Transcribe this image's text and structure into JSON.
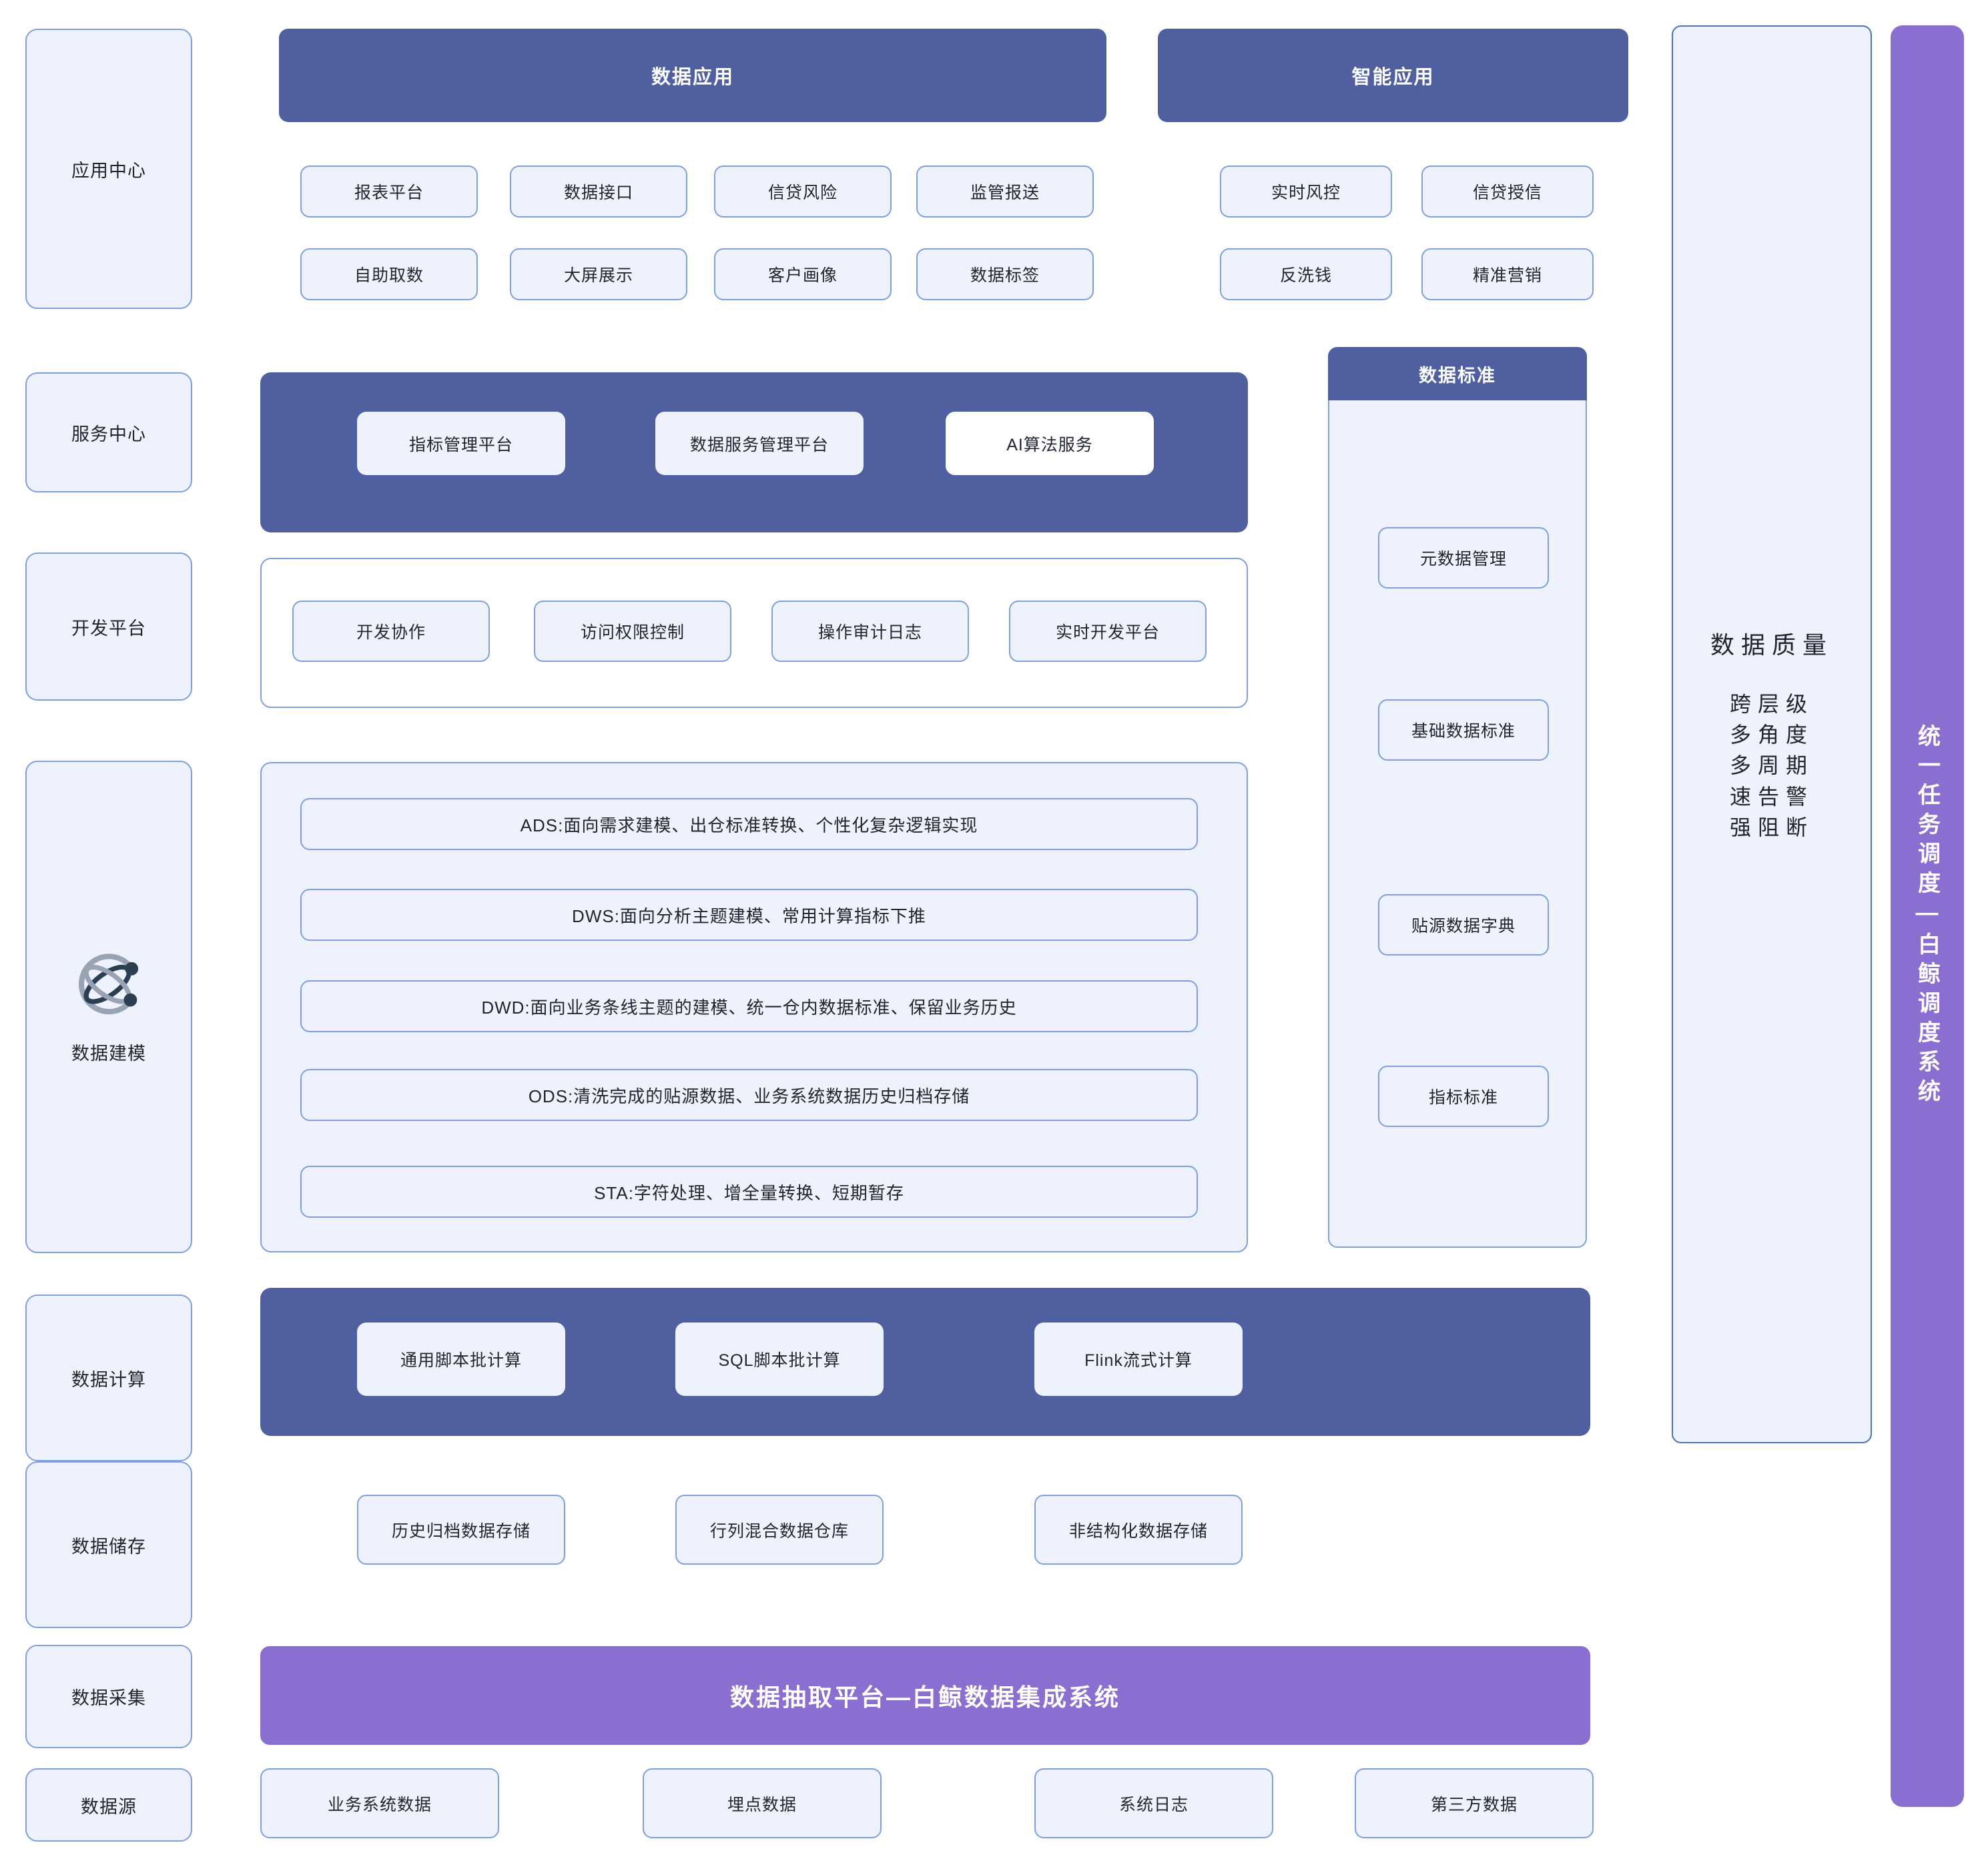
{
  "lanes": [
    {
      "label": "应用中心"
    },
    {
      "label": "服务中心"
    },
    {
      "label": "开发平台"
    },
    {
      "label": "数据建模",
      "icon": "atom-orbit-icon"
    },
    {
      "label": "数据计算"
    },
    {
      "label": "数据储存"
    },
    {
      "label": "数据采集"
    },
    {
      "label": "数据源"
    }
  ],
  "application_center": {
    "data_app": {
      "title": "数据应用",
      "items": [
        "报表平台",
        "数据接口",
        "信贷风险",
        "监管报送",
        "自助取数",
        "大屏展示",
        "客户画像",
        "数据标签"
      ]
    },
    "smart_app": {
      "title": "智能应用",
      "items": [
        "实时风控",
        "信贷授信",
        "反洗钱",
        "精准营销"
      ]
    }
  },
  "service_center": {
    "items": [
      "指标管理平台",
      "数据服务管理平台",
      "AI算法服务"
    ]
  },
  "dev_platform": {
    "items": [
      "开发协作",
      "访问权限控制",
      "操作审计日志",
      "实时开发平台"
    ]
  },
  "data_modeling": {
    "layers": [
      "ADS:面向需求建模、出仓标准转换、个性化复杂逻辑实现",
      "DWS:面向分析主题建模、常用计算指标下推",
      "DWD:面向业务条线主题的建模、统一仓内数据标准、保留业务历史",
      "ODS:清洗完成的贴源数据、业务系统数据历史归档存储",
      "STA:字符处理、增全量转换、短期暂存"
    ]
  },
  "data_standard": {
    "title": "数据标准",
    "items": [
      "元数据管理",
      "基础数据标准",
      "贴源数据字典",
      "指标标准"
    ]
  },
  "data_quality": {
    "title": "数据质量",
    "lines": [
      "跨层级",
      "多角度",
      "多周期",
      "速告警",
      "强阻断"
    ]
  },
  "scheduler": {
    "label": "统一任务调度—白鲸调度系统"
  },
  "data_compute": {
    "items": [
      "通用脚本批计算",
      "SQL脚本批计算",
      "Flink流式计算"
    ]
  },
  "data_storage": {
    "items": [
      "历史归档数据存储",
      "行列混合数据仓库",
      "非结构化数据存储"
    ]
  },
  "data_collection": {
    "label": "数据抽取平台—白鲸数据集成系统"
  },
  "data_source": {
    "items": [
      "业务系统数据",
      "埋点数据",
      "系统日志",
      "第三方数据"
    ]
  },
  "colors": {
    "banner_blue": "#4f5fa0",
    "chip_fill": "#edf2fc",
    "chip_border": "#7f9fe0",
    "purple": "#8b6fd0",
    "page_bg": "#ffffff"
  }
}
